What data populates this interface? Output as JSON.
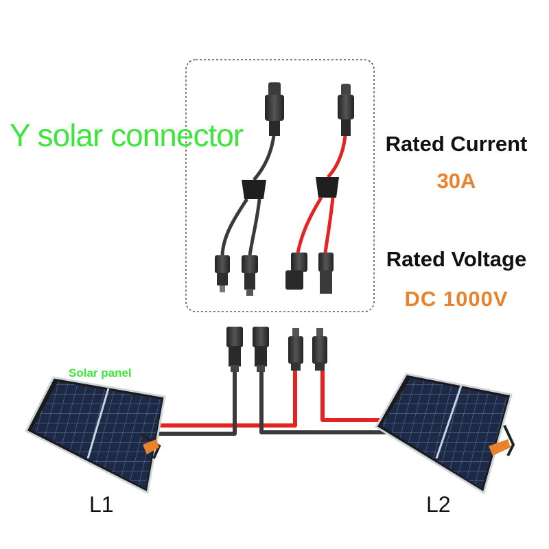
{
  "title": "Y solar connector",
  "specs": {
    "current_label": "Rated Current",
    "current_value": "30A",
    "voltage_label": "Rated Voltage",
    "voltage_value": "DC 1000V"
  },
  "panel_label": "Solar panel",
  "panel_left_label": "L1",
  "panel_right_label": "L2",
  "colors": {
    "title": "#3de63a",
    "value": "#e9822c",
    "cable_black": "#3a3a3a",
    "cable_red": "#e52421",
    "panel_cells": "#1e2c4a"
  },
  "icons": [
    "y-connector-black-icon",
    "y-connector-red-icon",
    "mc4-connector-icon",
    "solar-panel-icon"
  ]
}
